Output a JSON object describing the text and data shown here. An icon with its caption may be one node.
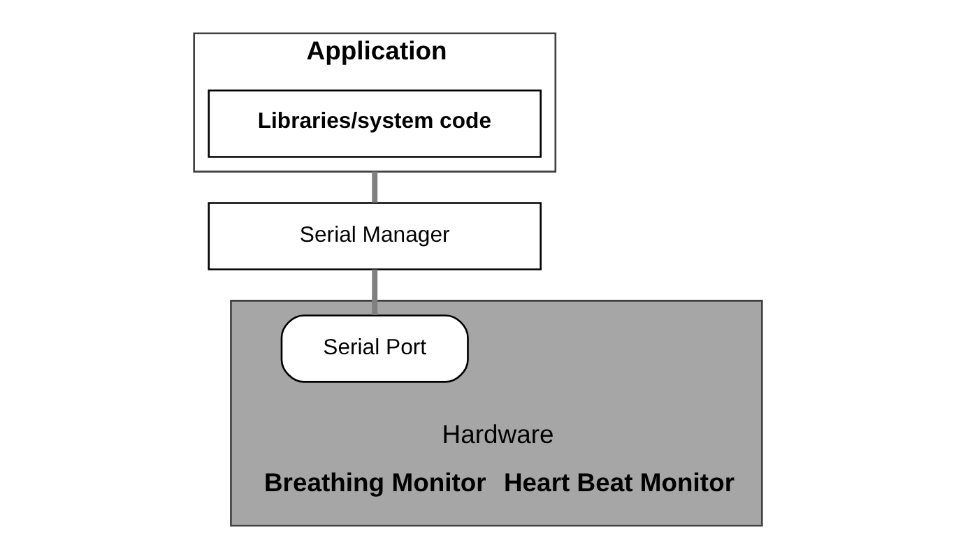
{
  "diagram": {
    "nodes": [
      {
        "text": [
          "Application"
        ]
      },
      {
        "text": [
          "Libraries/system code"
        ],
        "in": 0
      },
      {
        "text": [
          "Serial Manager"
        ]
      },
      {
        "text": [
          "Hardware",
          "Breathing Monitor",
          "Heart Beat Monitor"
        ]
      },
      {
        "text": [
          "Serial Port"
        ],
        "in": 3
      }
    ],
    "edges": [
      {
        "from": 0,
        "to": 2,
        "arrow": "none"
      },
      {
        "from": 2,
        "to": 4,
        "arrow": "none"
      }
    ]
  }
}
